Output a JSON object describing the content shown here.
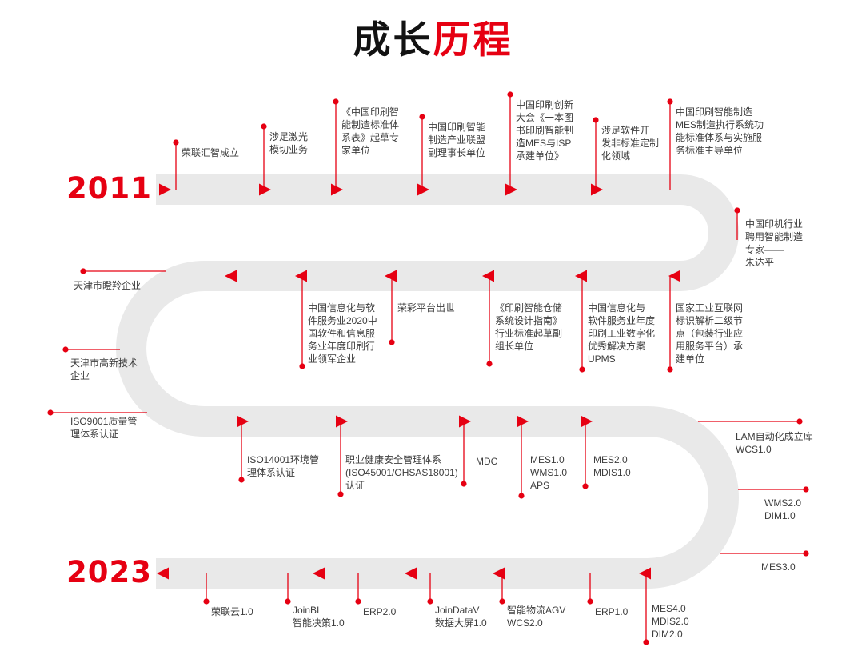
{
  "title": {
    "part1": "成长",
    "part2": "历程"
  },
  "years": {
    "start": "2011",
    "end": "2023"
  },
  "colors": {
    "accent": "#e60012",
    "road": "#e9e9e9",
    "title_text": "#121212",
    "label_text": "#3d3d3d"
  },
  "milestones": [
    "荣联汇智成立",
    "涉足激光\n模切业务",
    "《中国印刷智\n能制造标准体\n系表》起草专\n家单位",
    "中国印刷智能\n制造产业联盟\n副理事长单位",
    "中国印刷创新\n大会《一本图\n书印刷智能制\n造MES与ISP\n承建单位》",
    "涉足软件开\n发非标准定制\n化领域",
    "中国印刷智能制造\nMES制造执行系统功\n能标准体系与实施服\n务标准主导单位",
    "中国印机行业\n聘用智能制造\n专家——\n朱达平",
    "天津市瞪羚企业",
    "中国信息化与软\n件服务业2020中\n国软件和信息服\n务业年度印刷行\n业领军企业",
    "荣彩平台出世",
    "《印刷智能仓储\n系统设计指南》\n行业标准起草副\n组长单位",
    "中国信息化与\n软件服务业年度\n印刷工业数字化\n优秀解决方案\nUPMS",
    "国家工业互联网\n标识解析二级节\n点（包装行业应\n用服务平台）承\n建单位",
    "天津市高新技术\n企业",
    "ISO9001质量管\n理体系认证",
    "ISO14001环境管\n理体系认证",
    "职业健康安全管理体系\n(ISO45001/OHSAS18001)\n认证",
    "MDC",
    "MES1.0\nWMS1.0\nAPS",
    "MES2.0\nMDIS1.0",
    "LAM自动化成立库\nWCS1.0",
    "WMS2.0\nDIM1.0",
    "MES3.0",
    "荣联云1.0",
    "JoinBI\n智能决策1.0",
    "ERP2.0",
    "JoinDataV\n数据大屏1.0",
    "智能物流AGV\nWCS2.0",
    "ERP1.0",
    "MES4.0\nMDIS2.0\nDIM2.0"
  ]
}
